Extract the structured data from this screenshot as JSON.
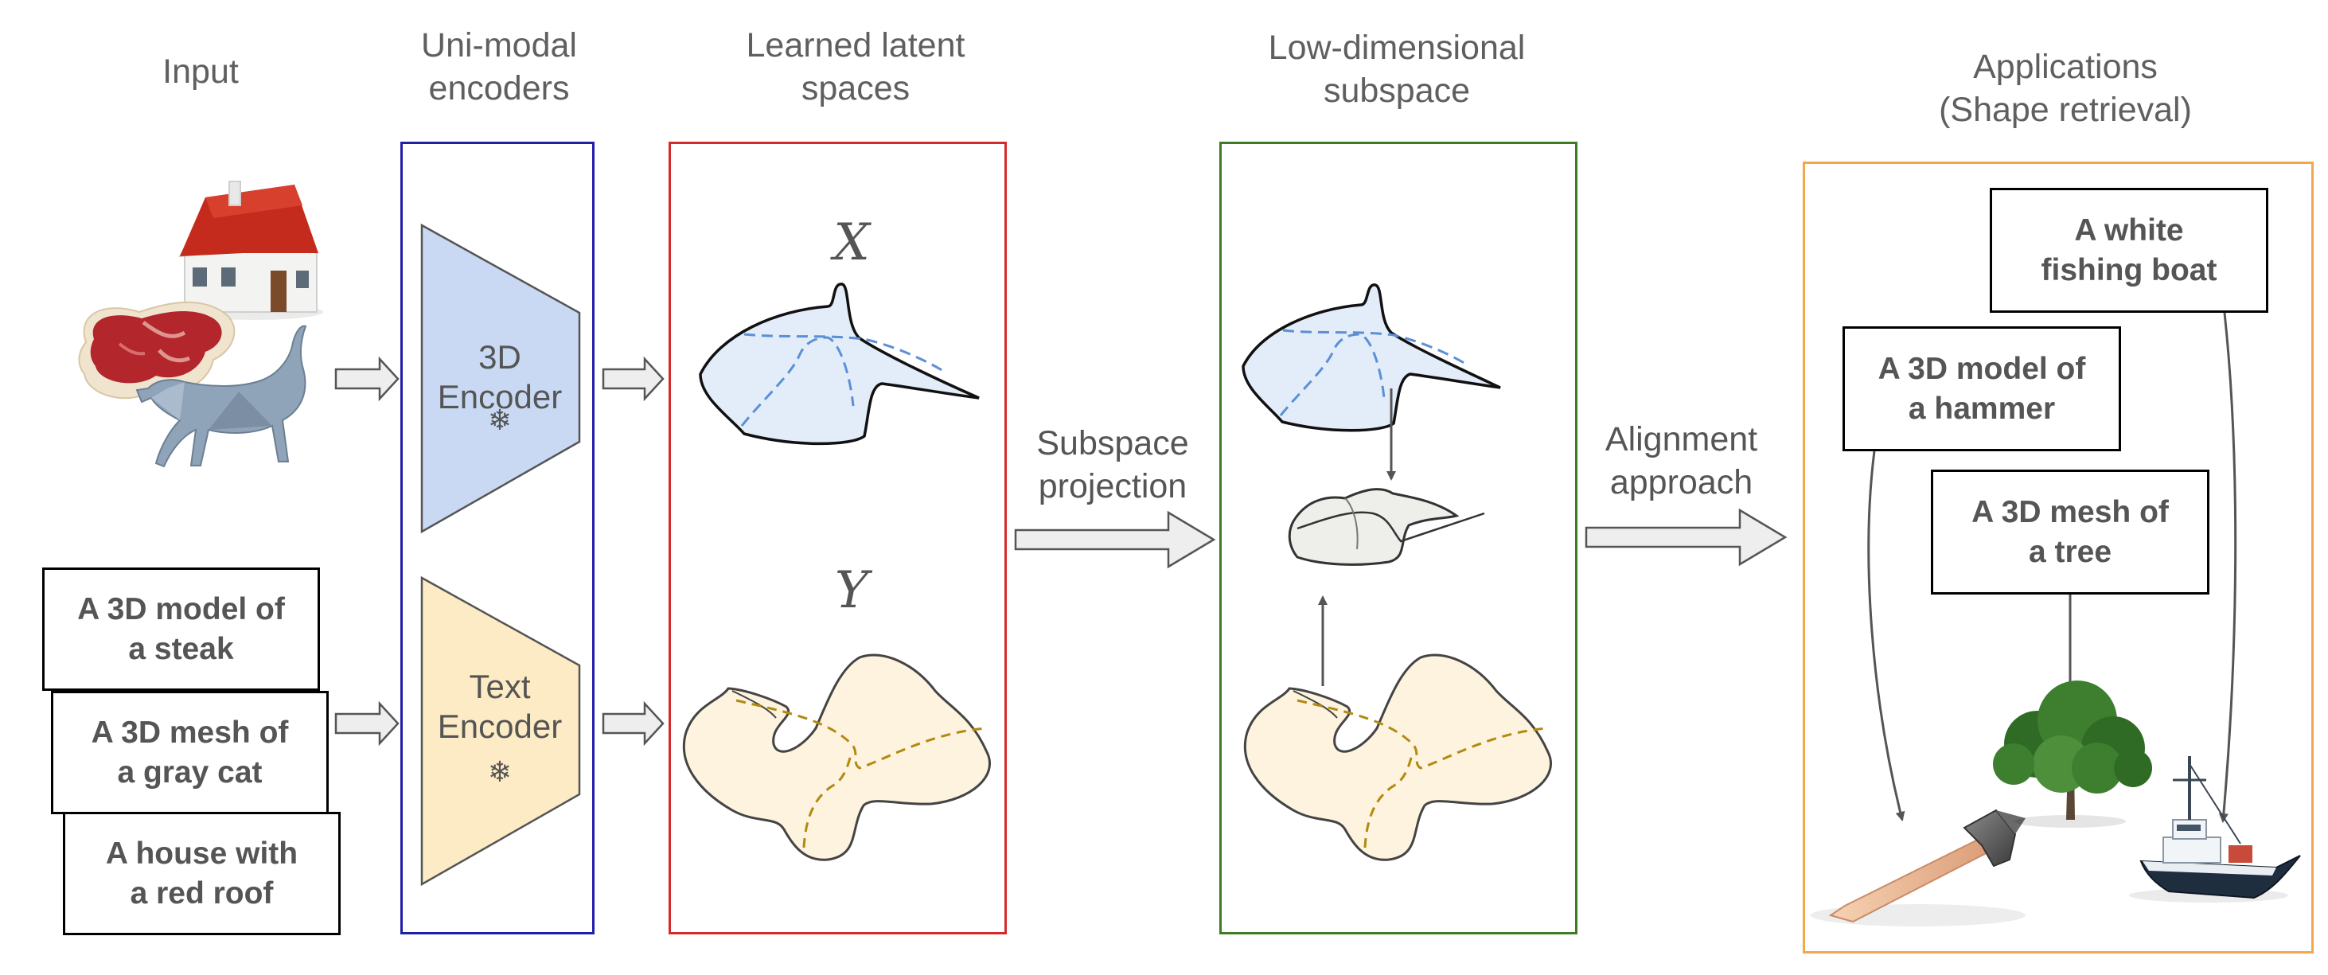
{
  "headers": {
    "input": "Input",
    "encoders": "Uni-modal\nencoders",
    "latent": "Learned latent\nspaces",
    "subspace": "Low-dimensional\nsubspace",
    "applications": "Applications\n(Shape retrieval)"
  },
  "encoders": {
    "shape_label": "3D\nEncoder",
    "text_label": "Text\nEncoder",
    "frozen_icon": "snowflake-icon"
  },
  "latent": {
    "x_var": "X",
    "y_var": "Y"
  },
  "arrows": {
    "projection_label": "Subspace\nprojection",
    "alignment_label": "Alignment\napproach"
  },
  "inputs": {
    "images": [
      "house-icon",
      "steak-icon",
      "cat-icon"
    ],
    "captions": [
      "A 3D model of\na steak",
      "A 3D mesh of\na gray cat",
      "A house with\na red roof"
    ]
  },
  "applications": {
    "queries": [
      "A white\nfishing boat",
      "A 3D model of\na hammer",
      "A 3D mesh of\na tree"
    ],
    "results": [
      "hammer-icon",
      "tree-icon",
      "boat-icon"
    ]
  },
  "colors": {
    "encoder_frame": "#1f1fa8",
    "latent_frame": "#d42a2a",
    "subspace_frame": "#3f7a25",
    "app_frame": "#f2a84a",
    "shape_fill": "#c9d9f4",
    "text_fill": "#fdebc6",
    "x_space_fill": "#e3edf9",
    "y_space_fill": "#fdf3de"
  }
}
